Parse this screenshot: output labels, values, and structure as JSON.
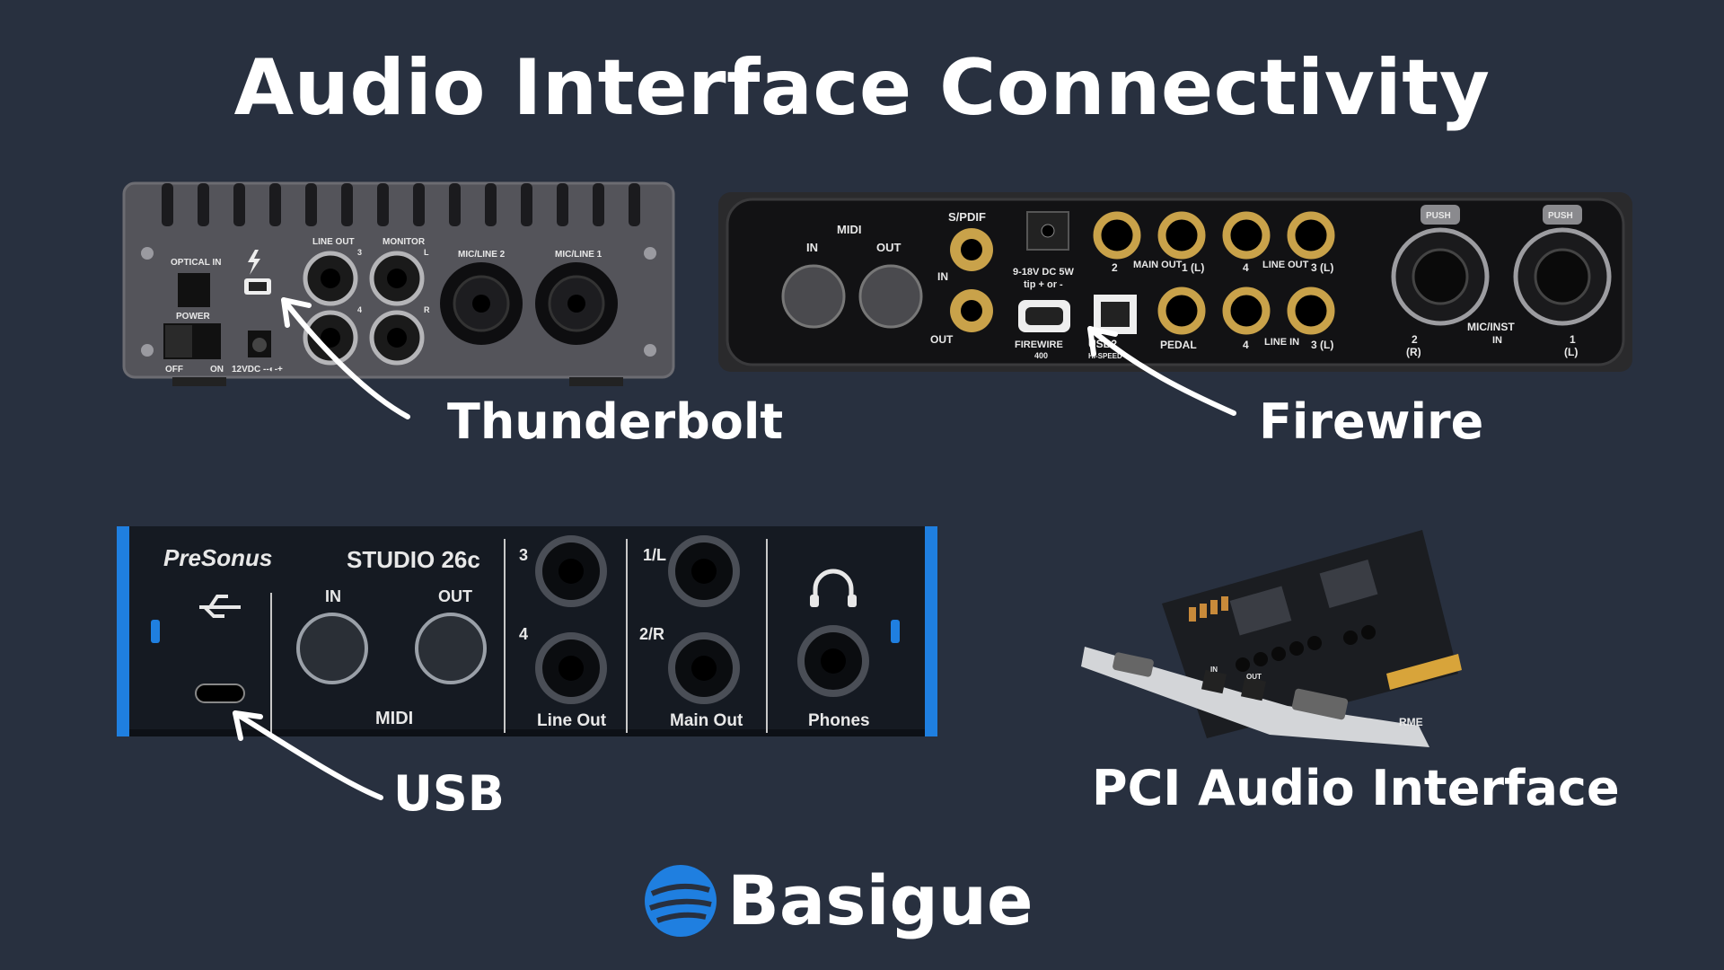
{
  "title": "Audio Interface Connectivity",
  "captions": {
    "thunderbolt": "Thunderbolt",
    "firewire": "Firewire",
    "usb": "USB",
    "pci": "PCI Audio Interface"
  },
  "thunderbolt_panel": {
    "optical_in": "OPTICAL IN",
    "power": "POWER",
    "off": "OFF",
    "on": "ON",
    "dc": "12VDC --◐-+",
    "line_out": "LINE OUT",
    "monitor": "MONITOR",
    "mic2": "MIC/LINE 2",
    "mic1": "MIC/LINE 1",
    "n3": "3",
    "n4": "4",
    "l": "L",
    "r": "R"
  },
  "firewire_panel": {
    "midi": "MIDI",
    "midi_in": "IN",
    "midi_out": "OUT",
    "spdif": "S/PDIF",
    "spdif_in": "IN",
    "spdif_out": "OUT",
    "dc": "9-18V DC 5W",
    "tip": "tip + or -",
    "firewire": "FIREWIRE",
    "fw400": "400",
    "usb2": "USB2",
    "hispeed": "HI-SPEED",
    "main_out": "MAIN OUT",
    "line_out": "LINE OUT",
    "line_in": "LINE IN",
    "pedal": "PEDAL",
    "n2": "2",
    "n1l": "1 (L)",
    "n4": "4",
    "n3l": "3 (L)",
    "mic_inst": "MIC/INST",
    "in": "IN",
    "ch2": "2",
    "ch2r": "(R)",
    "ch1": "1",
    "ch1l": "(L)",
    "push": "PUSH"
  },
  "usb_panel": {
    "brand": "PreSonus",
    "model": "STUDIO 26c",
    "in": "IN",
    "out": "OUT",
    "midi": "MIDI",
    "n3": "3",
    "n4": "4",
    "n1l": "1/L",
    "n2r": "2/R",
    "line_out": "Line Out",
    "main_out": "Main Out",
    "phones": "Phones"
  },
  "pci_panel": {
    "in": "IN",
    "out": "OUT",
    "brand": "RME"
  },
  "logo": {
    "text": "Basigue"
  },
  "colors": {
    "background": "#28303f",
    "text": "#ffffff",
    "accent_blue": "#1f7fe0",
    "gold": "#c9a24a"
  }
}
